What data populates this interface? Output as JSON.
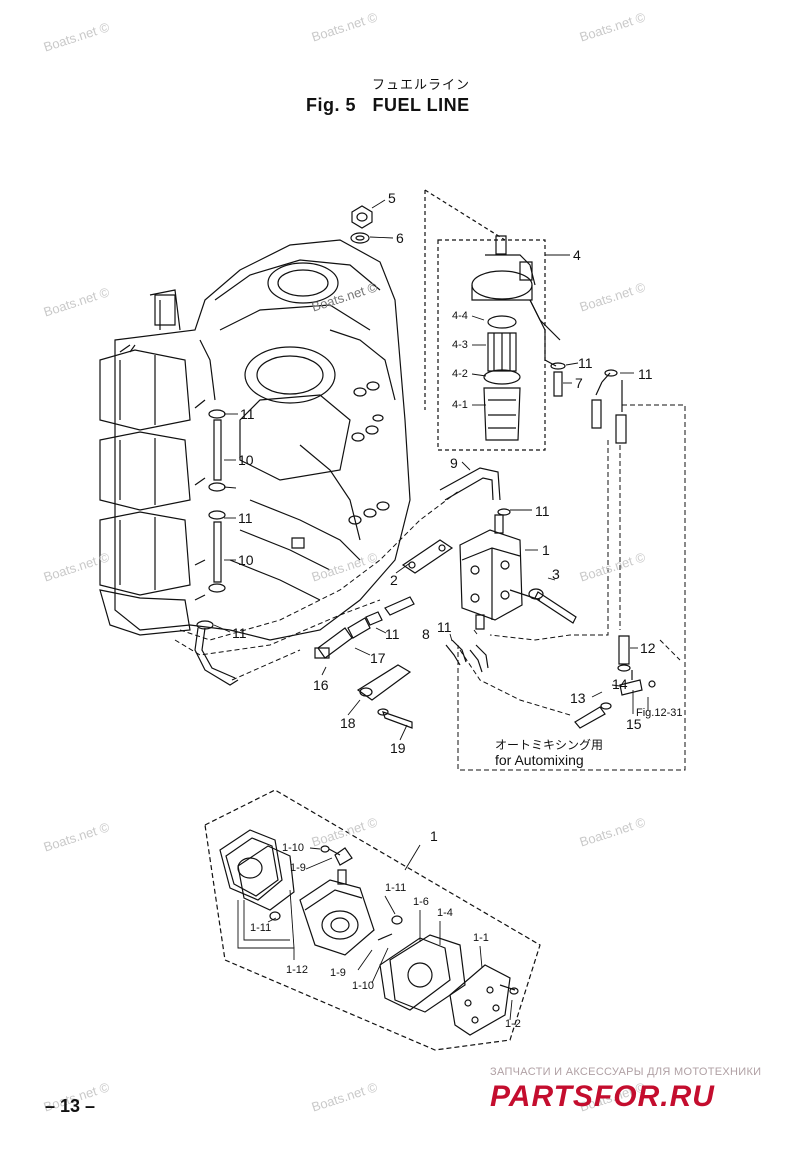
{
  "header": {
    "title_jp": "フュエルライン",
    "title": "Fig. 5   FUEL LINE"
  },
  "watermark": "Boats.net ©",
  "callouts": {
    "c1": "1",
    "c2": "2",
    "c3": "3",
    "c4": "4",
    "c5": "5",
    "c6": "6",
    "c7": "7",
    "c8": "8",
    "c9": "9",
    "c10a": "10",
    "c10b": "10",
    "c11a": "11",
    "c11b": "11",
    "c11c": "11",
    "c11d": "11",
    "c11e": "11",
    "c11f": "11",
    "c11g": "11",
    "c11h": "11",
    "c12": "12",
    "c13": "13",
    "c14": "14",
    "c15": "15",
    "c16": "16",
    "c17": "17",
    "c18": "18",
    "c19": "19",
    "c4_1": "4-1",
    "c4_2": "4-2",
    "c4_3": "4-3",
    "c4_4": "4-4",
    "fig_ref": "Fig.12-31"
  },
  "automixing": {
    "jp": "オートミキシング用",
    "en": "for Automixing"
  },
  "exploded": {
    "c1": "1",
    "c1_10a": "1-10",
    "c1_9a": "1-9",
    "c1_11a": "1-11",
    "c1_11b": "1-11",
    "c1_6": "1-6",
    "c1_4": "1-4",
    "c1_12": "1-12",
    "c1_9b": "1-9",
    "c1_10b": "1-10",
    "c1_1": "1-1",
    "c1_2": "1-2"
  },
  "footer": {
    "page": "– 13 –",
    "brand": "PARTSFOR.RU",
    "tagline": "ЗАПЧАСТИ И АКСЕССУАРЫ ДЛЯ МОТОТЕХНИКИ"
  }
}
